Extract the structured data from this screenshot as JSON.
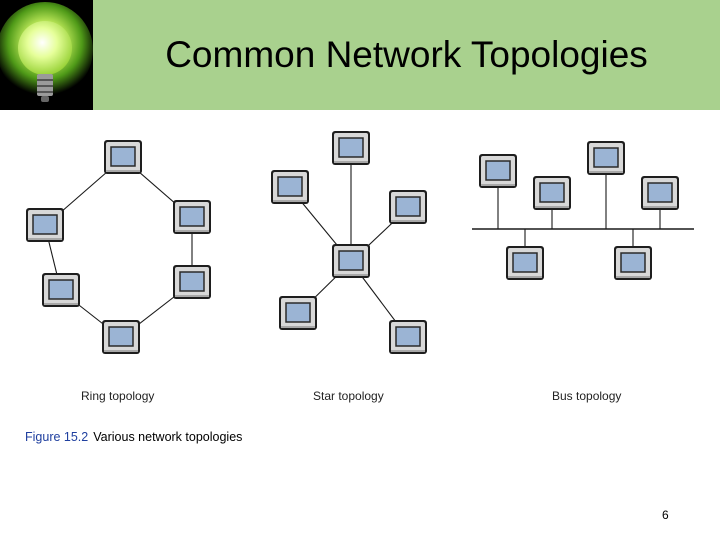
{
  "slide": {
    "title": "Common Network Topologies",
    "page_number": "6"
  },
  "colors": {
    "header_bg": "#a9d18e",
    "screen": "#9bb4d4",
    "bezel": "#d8d8d8",
    "caption_accent": "#1f3f9f"
  },
  "logo": {
    "icon": "lightbulb-icon"
  },
  "topologies": [
    {
      "label": "Ring topology",
      "nodes": 6
    },
    {
      "label": "Star topology",
      "nodes": 6,
      "hub": 1
    },
    {
      "label": "Bus topology",
      "nodes": 6
    }
  ],
  "figure": {
    "number": "Figure 15.2",
    "caption": "Various network topologies"
  }
}
